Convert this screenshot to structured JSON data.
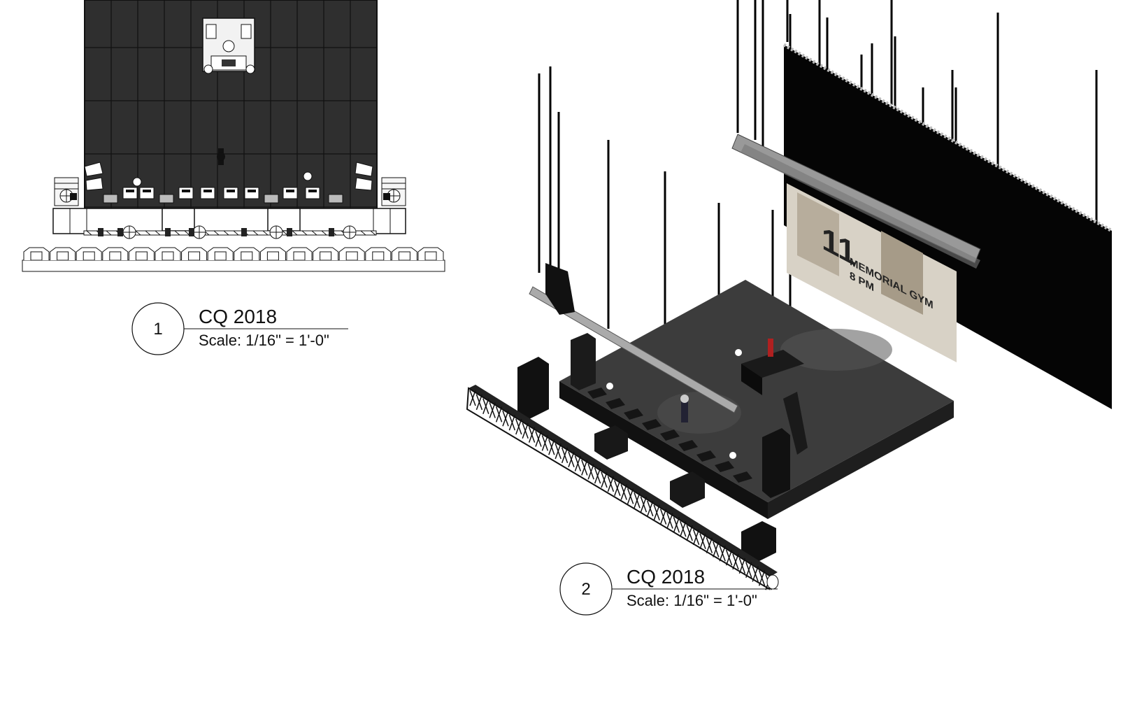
{
  "views": [
    {
      "number": "1",
      "title": "CQ 2018",
      "scale": "Scale: 1/16\" = 1'-0\""
    },
    {
      "number": "2",
      "title": "CQ 2018",
      "scale": "Scale: 1/16\" = 1'-0\""
    }
  ],
  "banner": {
    "line1": "11",
    "line2": "MEMORIAL GYM",
    "line3": "8 PM"
  },
  "colors": {
    "stage": "#2f2f2f",
    "grid": "#111111",
    "floor": "#3c3c3c",
    "screen": "#050505",
    "truss": "#9a9a9a"
  }
}
